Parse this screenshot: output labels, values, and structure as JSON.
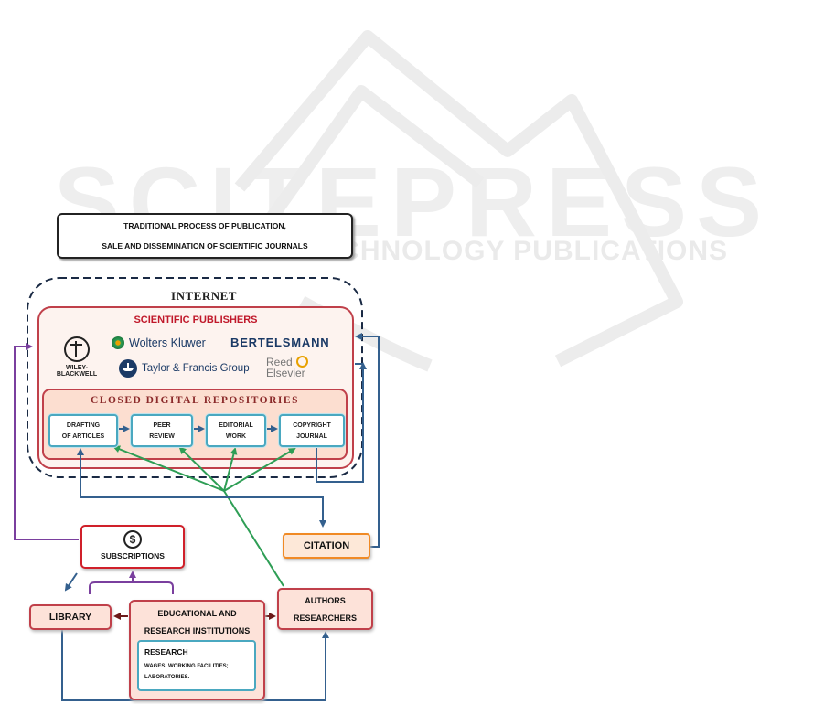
{
  "watermark": {
    "title": "SCITEPRESS",
    "subtitle": "SCIENCE AND TECHNOLOGY PUBLICATIONS"
  },
  "title": {
    "line1": "TRADITIONAL PROCESS OF PUBLICATION,",
    "line2": "SALE AND DISSEMINATION OF SCIENTIFIC JOURNALS"
  },
  "internet": "INTERNET",
  "publishers": {
    "label": "SCIENTIFIC PUBLISHERS",
    "logos": {
      "wiley_line1": "WILEY-",
      "wiley_line2": "BLACKWELL",
      "wolters": "Wolters Kluwer",
      "bertelsmann": "BERTELSMANN",
      "taylor": "Taylor & Francis Group",
      "reed_line1": "Reed",
      "reed_line2": "Elsevier"
    }
  },
  "repositories": {
    "label": "CLOSED DIGITAL REPOSITORIES",
    "steps": [
      {
        "line1": "DRAFTING",
        "line2": "OF ARTICLES"
      },
      {
        "line1": "PEER",
        "line2": "REVIEW"
      },
      {
        "line1": "EDITORIAL",
        "line2": "WORK"
      },
      {
        "line1": "COPYRIGHT",
        "line2": "JOURNAL"
      }
    ]
  },
  "subscriptions": {
    "symbol": "$",
    "label": "SUBSCRIPTIONS"
  },
  "citation": "CITATION",
  "library": "LIBRARY",
  "institutions": {
    "line1": "EDUCATIONAL AND",
    "line2": "RESEARCH INSTITUTIONS",
    "research_label": "RESEARCH",
    "research_detail_line1": "WAGES; WORKING FACILITIES;",
    "research_detail_line2": "LABORATORIES."
  },
  "authors": {
    "line1": "AUTHORS",
    "line2": "RESEARCHERS"
  },
  "colors": {
    "blue": "#34608e",
    "green": "#2e9e55",
    "purple": "#7a3f9e",
    "dark_red": "#6b1a1a",
    "citation_orange": "#f08a25",
    "subscriptions_red": "#d0202a"
  }
}
